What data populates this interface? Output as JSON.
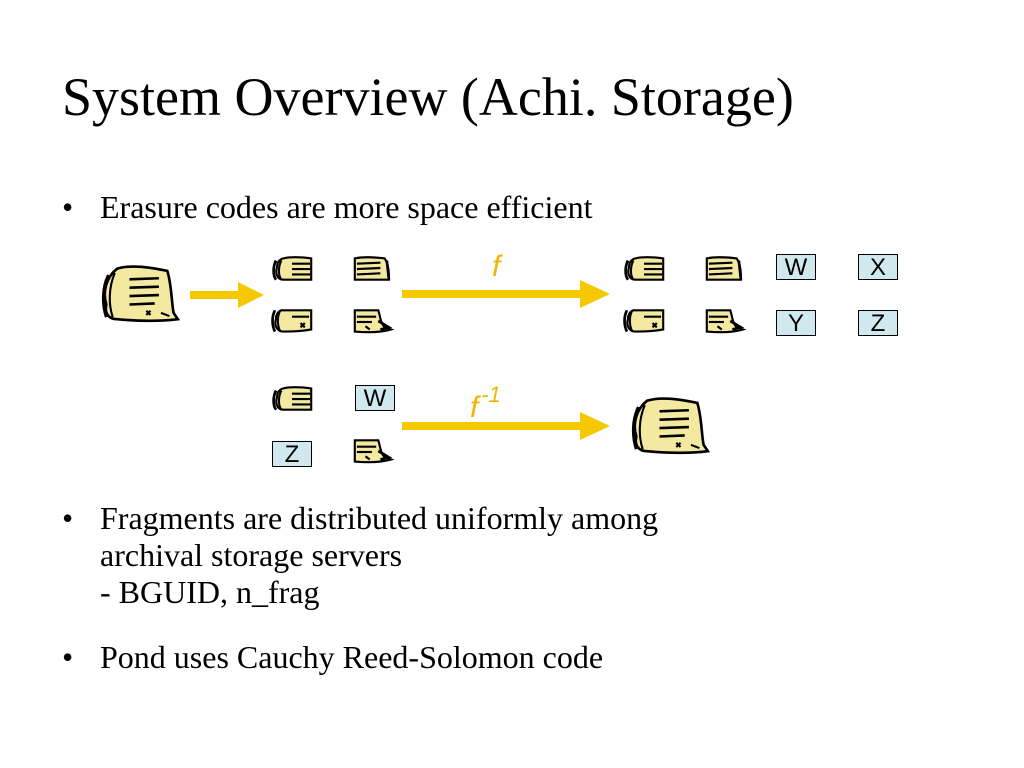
{
  "slide": {
    "title": "System Overview (Achi. Storage)"
  },
  "bullets": [
    {
      "marker": "•",
      "lines": [
        "Erasure codes are more space efficient"
      ]
    },
    {
      "marker": "•",
      "lines": [
        "Fragments are distributed uniformly among",
        "archival storage servers",
        "- BGUID, n_frag"
      ]
    },
    {
      "marker": "•",
      "lines": [
        "Pond uses Cauchy Reed-Solomon code"
      ]
    }
  ],
  "diagram": {
    "encode_label": "f",
    "decode_label": "f",
    "decode_superscript": "-1",
    "parity_fragments": [
      "W",
      "X",
      "Y",
      "Z"
    ],
    "reconstruct_fragments": [
      "W",
      "Z"
    ],
    "colors": {
      "arrow": "#f5c800",
      "label": "#f2b400",
      "box_fill": "#cfe9ee",
      "document": "#f3e9a0"
    },
    "icons": [
      "document-icon",
      "fragment-top-left-icon",
      "fragment-top-right-icon",
      "fragment-bottom-left-icon",
      "fragment-bottom-right-icon"
    ]
  }
}
